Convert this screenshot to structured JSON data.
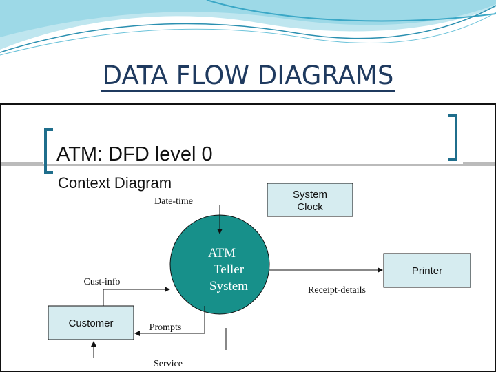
{
  "slide": {
    "title": "DATA FLOW DIAGRAMS"
  },
  "diagram": {
    "heading": "ATM: DFD level 0",
    "subheading": "Context Diagram",
    "process": {
      "line1": "ATM",
      "line2": "Teller",
      "line3": "System"
    },
    "entities": {
      "system_clock_line1": "System",
      "system_clock_line2": "Clock",
      "printer": "Printer",
      "customer": "Customer"
    },
    "flows": {
      "date_time": "Date-time",
      "receipt_details": "Receipt-details",
      "cust_info": "Cust-info",
      "prompts": "Prompts",
      "service": "Service"
    }
  },
  "colors": {
    "title": "#1f3a5f",
    "process_fill": "#17908a",
    "entity_fill": "#d6ecf0",
    "wave_light": "#bfe6ef",
    "wave_dark": "#3aa7c6",
    "bracket": "#1f6e8c",
    "frame": "#111111"
  }
}
